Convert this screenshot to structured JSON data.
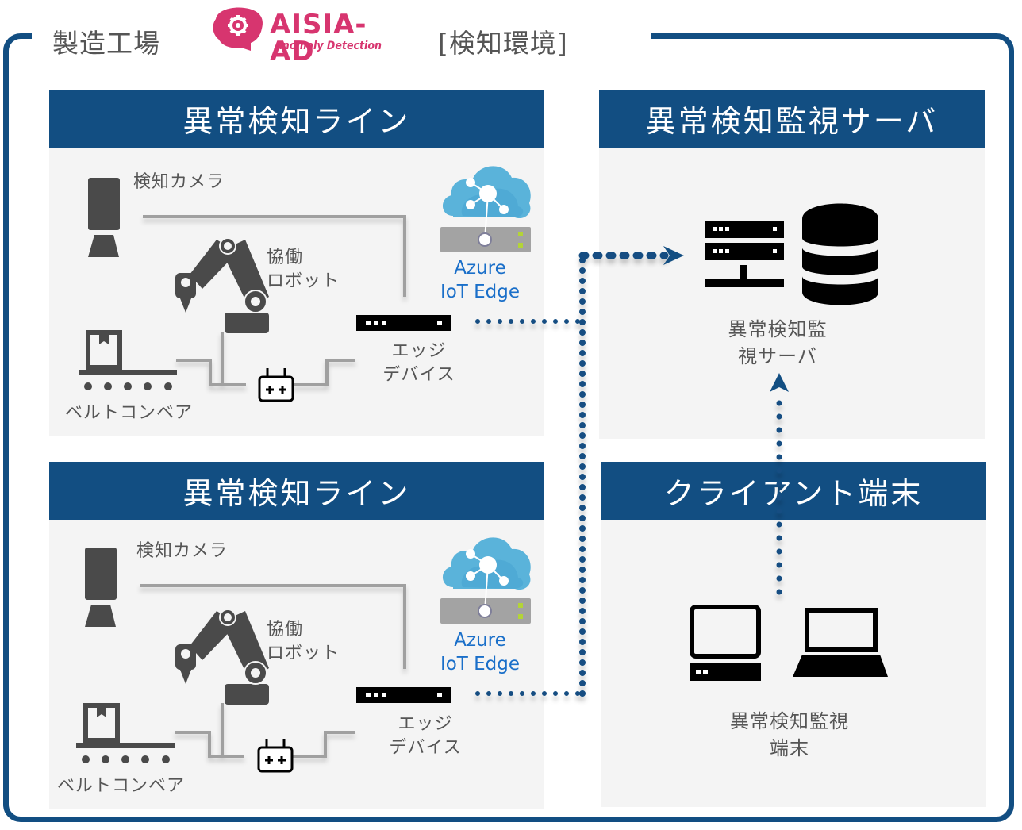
{
  "header": {
    "location": "製造工場",
    "logo": {
      "name": "AISIA-AD",
      "subtitle": "Anomaly Detection",
      "color": "#d7356f"
    },
    "environment": "[検知環境]"
  },
  "colors": {
    "frame": "#124e82",
    "panel": "#f4f4f4",
    "header": "#124e82",
    "azure": "#1a6fc9",
    "connector": "#124e82"
  },
  "lines": [
    {
      "title": "異常検知ライン",
      "camera": "検知カメラ",
      "robot": [
        "協働",
        "ロボット"
      ],
      "conveyor": "ベルトコンベア",
      "azure": [
        "Azure",
        "IoT Edge"
      ],
      "edge": [
        "エッジ",
        "デバイス"
      ]
    },
    {
      "title": "異常検知ライン",
      "camera": "検知カメラ",
      "robot": [
        "協働",
        "ロボット"
      ],
      "conveyor": "ベルトコンベア",
      "azure": [
        "Azure",
        "IoT Edge"
      ],
      "edge": [
        "エッジ",
        "デバイス"
      ]
    }
  ],
  "server": {
    "title": "異常検知監視サーバ",
    "label": [
      "異常検知監",
      "視サーバ"
    ]
  },
  "client": {
    "title": "クライアント端末",
    "label": [
      "異常検知監視",
      "端末"
    ]
  }
}
